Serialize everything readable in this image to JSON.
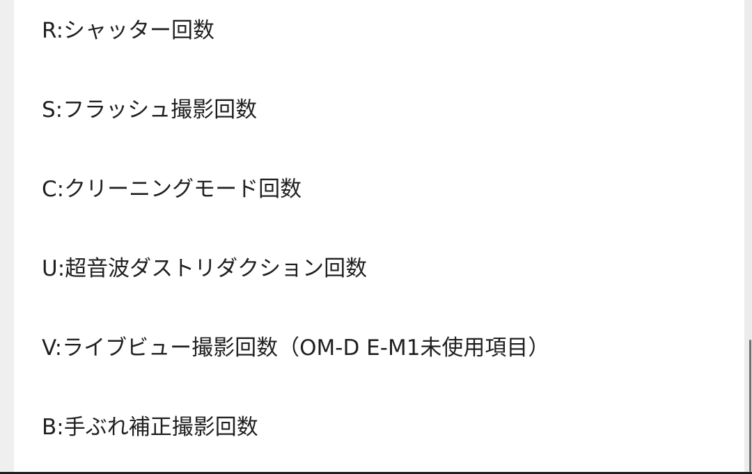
{
  "items": [
    {
      "label": "R:シャッター回数"
    },
    {
      "label": "S:フラッシュ撮影回数"
    },
    {
      "label": "C:クリーニングモード回数"
    },
    {
      "label": "U:超音波ダストリダクション回数"
    },
    {
      "label": "V:ライブビュー撮影回数（OM-D E-M1未使用項目）"
    },
    {
      "label": "B:手ぶれ補正撮影回数"
    }
  ],
  "colors": {
    "text": "#1f1f1f",
    "background": "#ffffff",
    "gutter": "#efefef",
    "scrollbar": "#6f6f6f"
  }
}
